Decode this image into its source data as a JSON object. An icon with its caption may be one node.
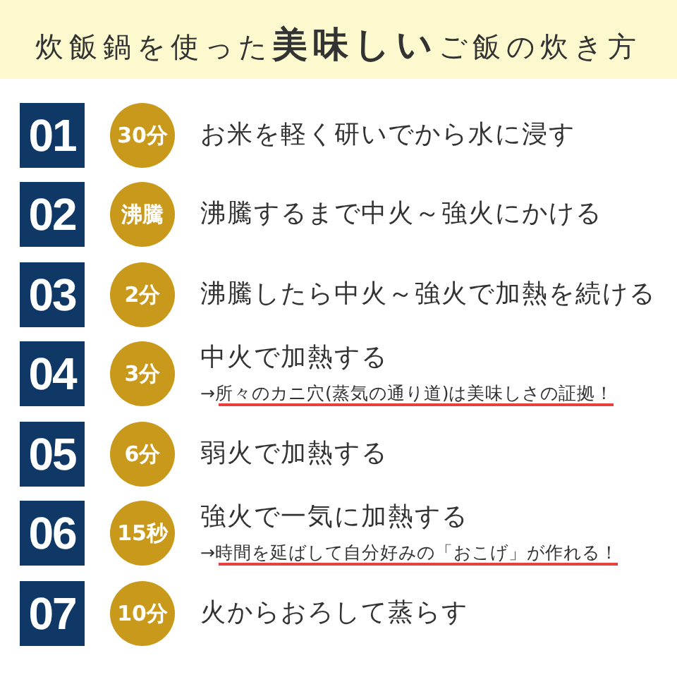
{
  "diagram": {
    "title": "炊飯鍋を使った**美味しい**ご飯の炊き方",
    "nodes": [
      {
        "text": [
          "01"
        ]
      },
      {
        "text": [
          "30分"
        ],
        "beside": [
          "お米を軽く研いでから水に浸す"
        ]
      },
      {
        "text": [
          "02"
        ]
      },
      {
        "text": [
          "沸騰"
        ],
        "beside": [
          "沸騰するまで中火～強火にかける"
        ]
      },
      {
        "text": [
          "03"
        ]
      },
      {
        "text": [
          "2分"
        ],
        "beside": [
          "沸騰したら中火～強火で加熱を続ける"
        ]
      },
      {
        "text": [
          "04"
        ]
      },
      {
        "text": [
          "3分"
        ],
        "beside": [
          "中火で加熱する",
          "→所々のカニ穴(蒸気の通り道)は美味しさの証拠！"
        ]
      },
      {
        "text": [
          "05"
        ]
      },
      {
        "text": [
          "6分"
        ],
        "beside": [
          "弱火で加熱する"
        ]
      },
      {
        "text": [
          "06"
        ]
      },
      {
        "text": [
          "15秒"
        ],
        "beside": [
          "強火で一気に加熱する",
          "→時間を延ばして自分好みの「おこげ」が作れる！"
        ]
      },
      {
        "text": [
          "07"
        ]
      },
      {
        "text": [
          "10分"
        ],
        "beside": [
          "火からおろして蒸らす"
        ]
      }
    ]
  }
}
